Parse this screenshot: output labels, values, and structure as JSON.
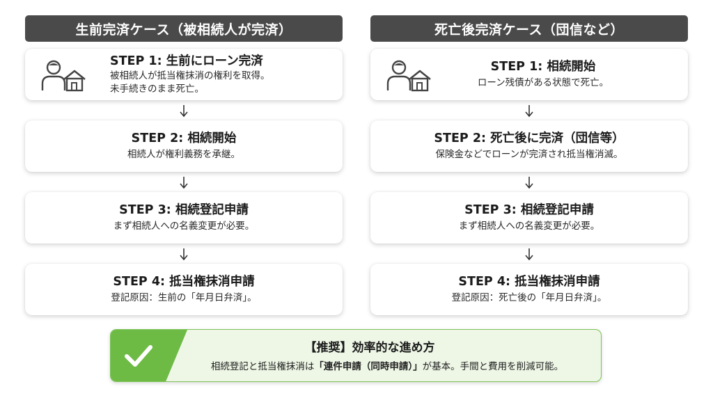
{
  "left": {
    "header": "生前完済ケース（被相続人が完済）",
    "steps": [
      {
        "title": "STEP 1: 生前にローン完済",
        "desc": "被相続人が抵当権抹消の権利を取得。",
        "desc2": "未手続きのまま死亡。"
      },
      {
        "title": "STEP 2: 相続開始",
        "desc": "相続人が権利義務を承継。"
      },
      {
        "title": "STEP 3: 相続登記申請",
        "desc": "まず相続人への名義変更が必要。"
      },
      {
        "title": "STEP 4: 抵当権抹消申請",
        "desc": "登記原因：生前の「年月日弁済」。"
      }
    ]
  },
  "right": {
    "header": "死亡後完済ケース（団信など）",
    "steps": [
      {
        "title": "STEP 1: 相続開始",
        "desc": "ローン残債がある状態で死亡。"
      },
      {
        "title": "STEP 2: 死亡後に完済（団信等）",
        "desc": "保険金などでローンが完済され抵当権消滅。"
      },
      {
        "title": "STEP 3: 相続登記申請",
        "desc": "まず相続人への名義変更が必要。"
      },
      {
        "title": "STEP 4: 抵当権抹消申請",
        "desc": "登記原因：死亡後の「年月日弁済」。"
      }
    ]
  },
  "recommendation": {
    "title": "【推奨】効率的な進め方",
    "desc_before": "相続登記と抵当権抹消は",
    "desc_bold": "「連件申請（同時申請）」",
    "desc_after": "が基本。手間と費用を削減可能。"
  },
  "icons": {
    "person_house": "person-house-icon",
    "arrow": "arrow-down-icon",
    "check": "check-icon"
  },
  "colors": {
    "header_bg": "#4a4a4a",
    "accent_green": "#6dbb45",
    "reco_bg": "#eef7e6"
  }
}
